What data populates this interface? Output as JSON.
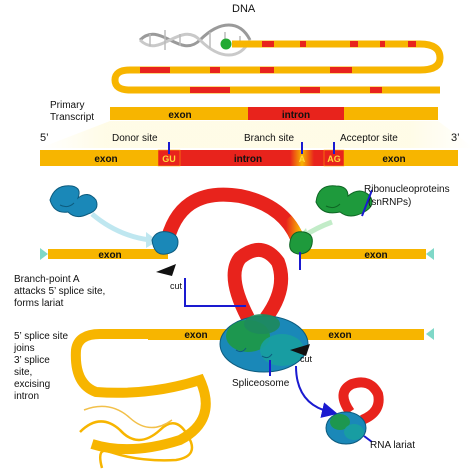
{
  "title": "DNA",
  "primary_transcript": [
    "Primary",
    "Transcript"
  ],
  "row1": {
    "exon": "exon",
    "intron": "intron"
  },
  "five_prime": "5’",
  "three_prime": "3’",
  "sites": {
    "donor": "Donor site",
    "branch": "Branch site",
    "acceptor": "Acceptor site"
  },
  "row2": {
    "exon_left": "exon",
    "gu": "GU",
    "intron": "intron",
    "a": "A",
    "ag": "AG",
    "exon_right": "exon"
  },
  "snrnp_label": [
    "Ribonucleoproteins",
    "(snRNPs)"
  ],
  "row3": {
    "exon_left": "exon",
    "exon_right": "exon"
  },
  "step1": [
    "Branch-point A",
    "attacks 5’ splice site,",
    "forms lariat"
  ],
  "step2": [
    "5’ splice site",
    "joins",
    "3’ splice",
    "site,",
    "excising",
    "intron"
  ],
  "row4": {
    "exon_left": "exon",
    "exon_right": "exon"
  },
  "cut": "cut",
  "spliceosome": "Spliceosome",
  "rna_lariat": "RNA lariat",
  "colors": {
    "exon": "#f7b500",
    "intron": "#e8231c",
    "snrnp_blue": "#1a88b8",
    "snrnp_green": "#1e9a3c",
    "pointer": "#1a1ad0"
  }
}
